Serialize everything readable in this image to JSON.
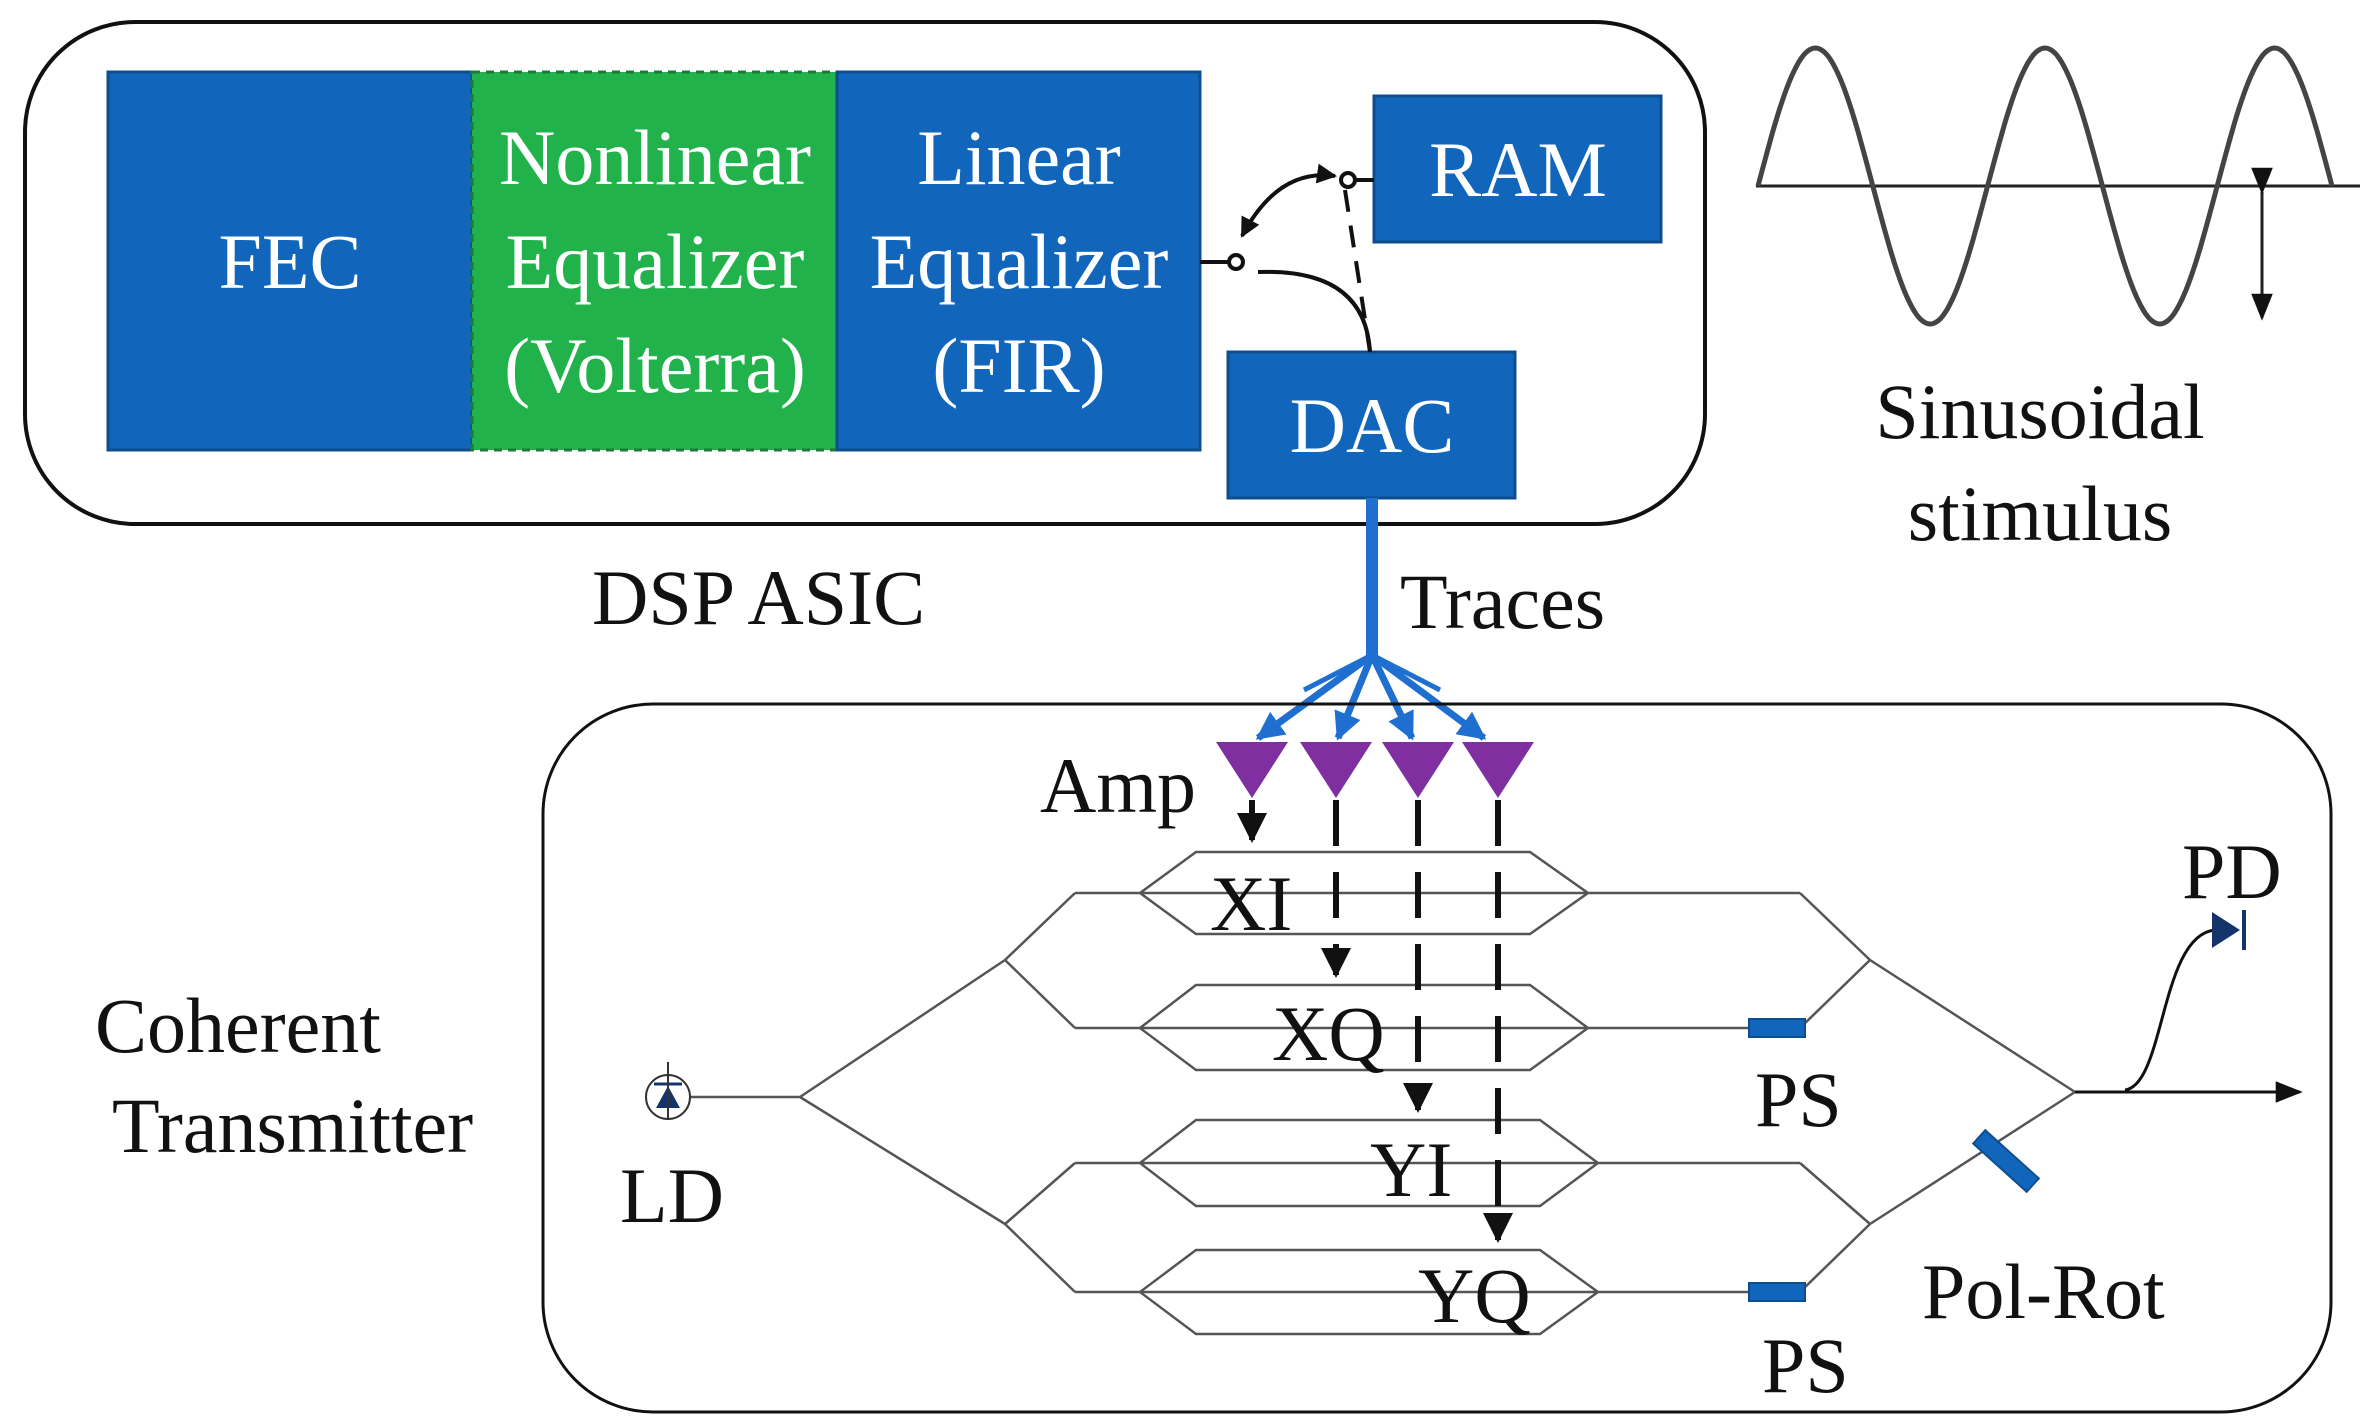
{
  "colors": {
    "block_blue": "#1166bb",
    "block_green": "#22b24c",
    "trace_blue": "#1e6fd0",
    "amp_purple": "#7f2f9f",
    "component_navy": "#15336b",
    "line_dark": "#111111",
    "waveguide_gray": "#555555"
  },
  "dsp": {
    "label": "DSP ASIC",
    "fec": "FEC",
    "nonlinear_eq": {
      "line1": "Nonlinear",
      "line2": "Equalizer",
      "line3": "(Volterra)"
    },
    "linear_eq": {
      "line1": "Linear",
      "line2": "Equalizer",
      "line3": "(FIR)"
    },
    "ram": "RAM",
    "dac": "DAC"
  },
  "traces_label": "Traces",
  "stimulus": {
    "line1": "Sinusoidal",
    "line2": "stimulus",
    "icon": "sine-wave-icon"
  },
  "transmitter": {
    "label_line1": "Coherent",
    "label_line2": "Transmitter",
    "amp": "Amp",
    "ld": "LD",
    "pd": "PD",
    "ps_top": "PS",
    "ps_bottom": "PS",
    "pol_rot": "Pol-Rot",
    "modulators": [
      "XI",
      "XQ",
      "YI",
      "YQ"
    ]
  }
}
